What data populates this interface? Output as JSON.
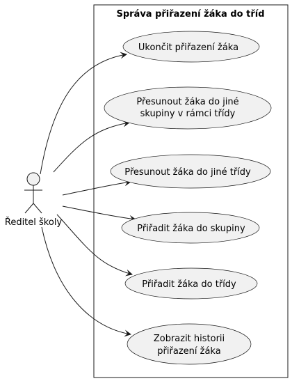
{
  "system": {
    "title": "Správa přiřazení žáka do tříd"
  },
  "actor": {
    "name": "Ředitel školy"
  },
  "use_cases": [
    {
      "lines": [
        "Ukončit přiřazení žáka"
      ]
    },
    {
      "lines": [
        "Přesunout žáka do jiné",
        "skupiny v rámci třídy"
      ]
    },
    {
      "lines": [
        "Přesunout žáka do jiné třídy"
      ]
    },
    {
      "lines": [
        "Přiřadit žáka do skupiny"
      ]
    },
    {
      "lines": [
        "Přiřadit žáka do třídy"
      ]
    },
    {
      "lines": [
        "Zobrazit historii",
        "přiřazení žáka"
      ]
    }
  ],
  "colors": {
    "use_case_fill": "#f1f1f1",
    "stroke": "#181818",
    "background": "#ffffff"
  }
}
